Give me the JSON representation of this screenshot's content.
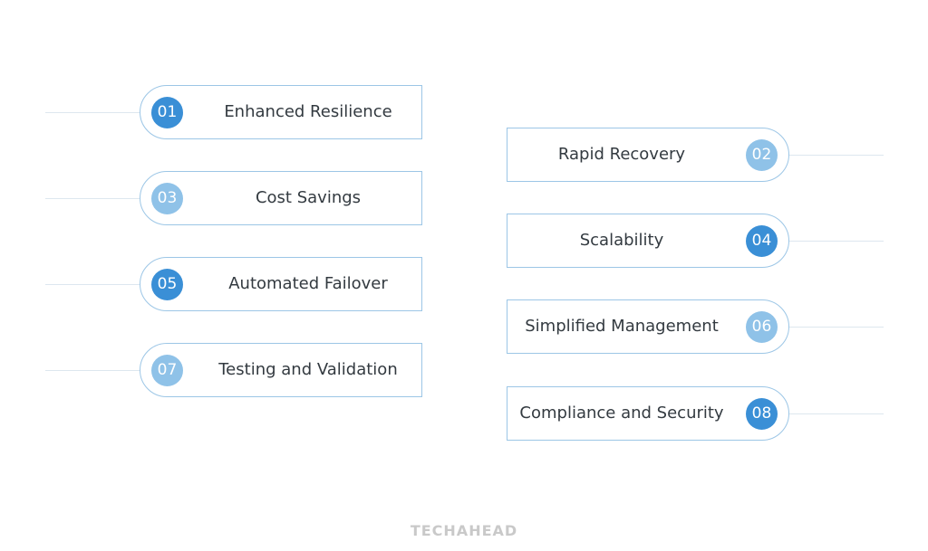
{
  "items": [
    {
      "number": "01",
      "label": "Enhanced Resilience",
      "tone": "dark"
    },
    {
      "number": "02",
      "label": "Rapid Recovery",
      "tone": "light"
    },
    {
      "number": "03",
      "label": "Cost Savings",
      "tone": "light"
    },
    {
      "number": "04",
      "label": "Scalability",
      "tone": "dark"
    },
    {
      "number": "05",
      "label": "Automated Failover",
      "tone": "dark"
    },
    {
      "number": "06",
      "label": "Simplified Management",
      "tone": "light"
    },
    {
      "number": "07",
      "label": "Testing and Validation",
      "tone": "light"
    },
    {
      "number": "08",
      "label": "Compliance and Security",
      "tone": "dark"
    }
  ],
  "brand": "TECHAHEAD",
  "colors": {
    "dark_badge": "#3a8fd6",
    "light_badge": "#8fc2e8",
    "card_border": "#9cc6e6"
  }
}
